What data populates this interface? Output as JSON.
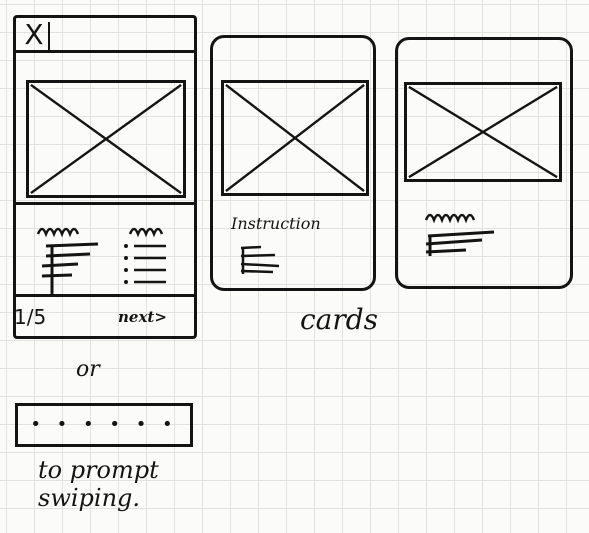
{
  "card1": {
    "close_glyph": "X",
    "pager": "1/5",
    "next_label": "next>"
  },
  "card2": {
    "instruction_label": "Instruction"
  },
  "labels": {
    "cards": "cards",
    "or": "or",
    "prompt": "to prompt swiping."
  },
  "dots_bar": {
    "dots": "• • • • • •"
  },
  "icons": [
    "close-icon",
    "image-placeholder-icon",
    "text-lines-icon"
  ]
}
